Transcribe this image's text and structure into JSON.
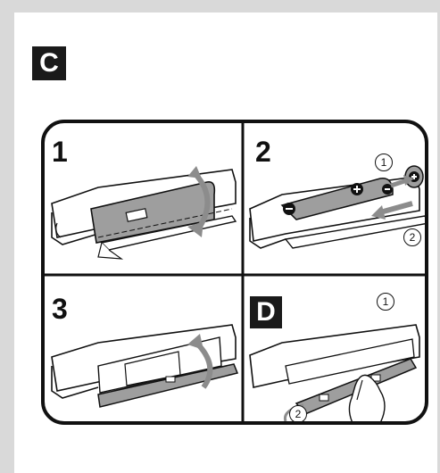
{
  "section_letter": "C",
  "panel_d_letter": "D",
  "steps": [
    {
      "number": "1"
    },
    {
      "number": "2",
      "callouts": [
        "1",
        "2"
      ]
    },
    {
      "number": "3"
    }
  ],
  "panel_d_callouts": [
    "1",
    "2"
  ],
  "colors": {
    "background": "#d9d9d9",
    "frame": "#111111",
    "lid_fill": "#9e9e9e",
    "arrow_fill": "#8c8c8c"
  },
  "icons": [
    "battery-plus-icon",
    "battery-minus-icon",
    "curved-arrow-icon",
    "hand-icon"
  ]
}
